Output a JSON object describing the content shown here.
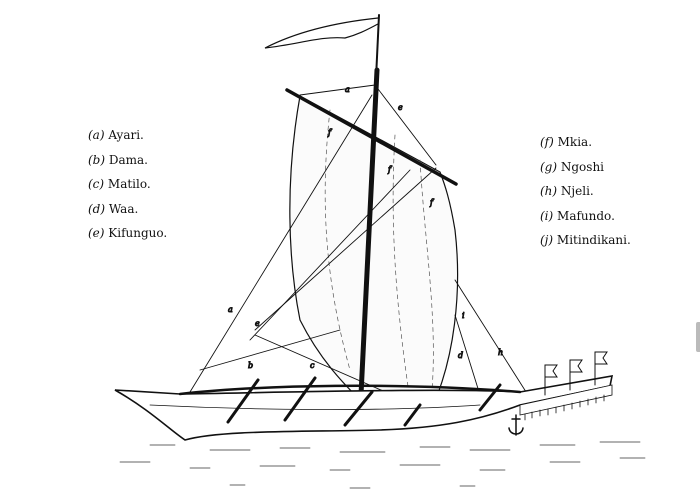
{
  "legend_left": [
    {
      "key": "(a)",
      "name": "Ayari."
    },
    {
      "key": "(b)",
      "name": "Dama."
    },
    {
      "key": "(c)",
      "name": "Matilo."
    },
    {
      "key": "(d)",
      "name": "Waa."
    },
    {
      "key": "(e)",
      "name": "Kifunguo."
    }
  ],
  "legend_right": [
    {
      "key": "(f)",
      "name": "Mkia."
    },
    {
      "key": "(g)",
      "name": "Ngoshi"
    },
    {
      "key": "(h)",
      "name": "Njeli."
    },
    {
      "key": "(i)",
      "name": "Mafundo."
    },
    {
      "key": "(j)",
      "name": "Mitindikani."
    }
  ],
  "figure_labels": {
    "a": "a",
    "b": "b",
    "c": "c",
    "d": "d",
    "e": "e",
    "f": "f",
    "h": "h",
    "i": "i"
  }
}
